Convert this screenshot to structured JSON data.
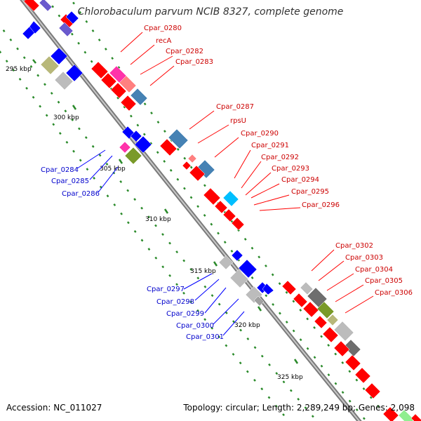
{
  "title": "Chlorobaculum parvum NCIB 8327, complete genome",
  "footer": {
    "accession": "Accession: NC_011027",
    "topology": "Topology: circular; Length: 2,289,249 bp; Genes: 2,098"
  },
  "scale_labels": [
    "295 kbp",
    "300 kbp",
    "305 kbp",
    "310 kbp",
    "315 kbp",
    "320 kbp",
    "325 kbp"
  ],
  "forward_gene_labels": [
    "Cpar_0280",
    "recA",
    "Cpar_0282",
    "Cpar_0283",
    "Cpar_0287",
    "rpsU",
    "Cpar_0290",
    "Cpar_0291",
    "Cpar_0292",
    "Cpar_0293",
    "Cpar_0294",
    "Cpar_0295",
    "Cpar_0296",
    "Cpar_0302",
    "Cpar_0303",
    "Cpar_0304",
    "Cpar_0305",
    "Cpar_0306"
  ],
  "reverse_gene_labels": [
    "Cpar_0284",
    "Cpar_0285",
    "Cpar_0286",
    "Cpar_0297",
    "Cpar_0298",
    "Cpar_0299",
    "Cpar_0300",
    "Cpar_0301"
  ],
  "colors": {
    "backbone": "#8c8c8c",
    "forward_cds": "#ff0000",
    "reverse_cds": "#0000ff",
    "forward_label": "#cc0000",
    "reverse_label": "#0000cc",
    "tick": "#228b22"
  }
}
